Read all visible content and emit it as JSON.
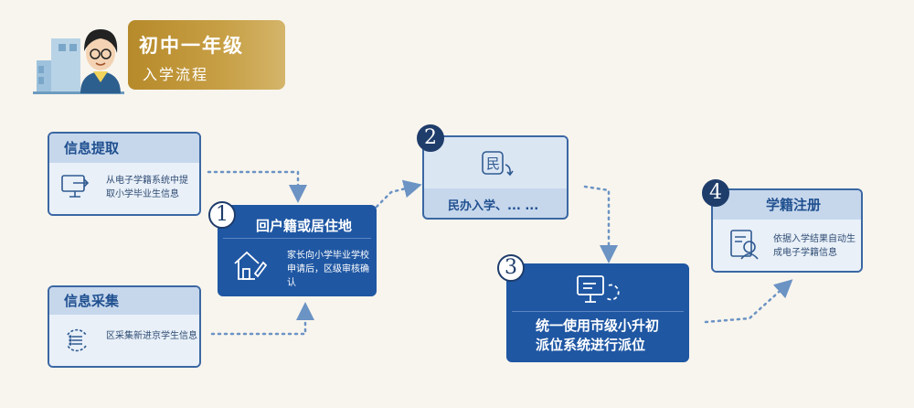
{
  "header": {
    "title": "初中一年级",
    "subtitle": "入学流程"
  },
  "info_extract": {
    "title": "信息提取",
    "text": "从电子学籍系统中提取小学毕业生信息"
  },
  "info_collect": {
    "title": "信息采集",
    "text": "区采集新进京学生信息"
  },
  "step1": {
    "number": "1",
    "title": "回户籍或居住地",
    "text": "家长向小学毕业学校申请后，区级审核确认"
  },
  "step2": {
    "number": "2",
    "text": "民办入学、... ..."
  },
  "step3": {
    "number": "3",
    "title": "统一使用市级小升初派位系统进行派位"
  },
  "step4": {
    "number": "4",
    "title": "学籍注册",
    "text": "依据入学结果自动生成电子学籍信息"
  },
  "colors": {
    "primary": "#1f57a3",
    "light": "#dbe6f3",
    "accent_gold": "#c79f45",
    "background": "#f8f5ee"
  }
}
